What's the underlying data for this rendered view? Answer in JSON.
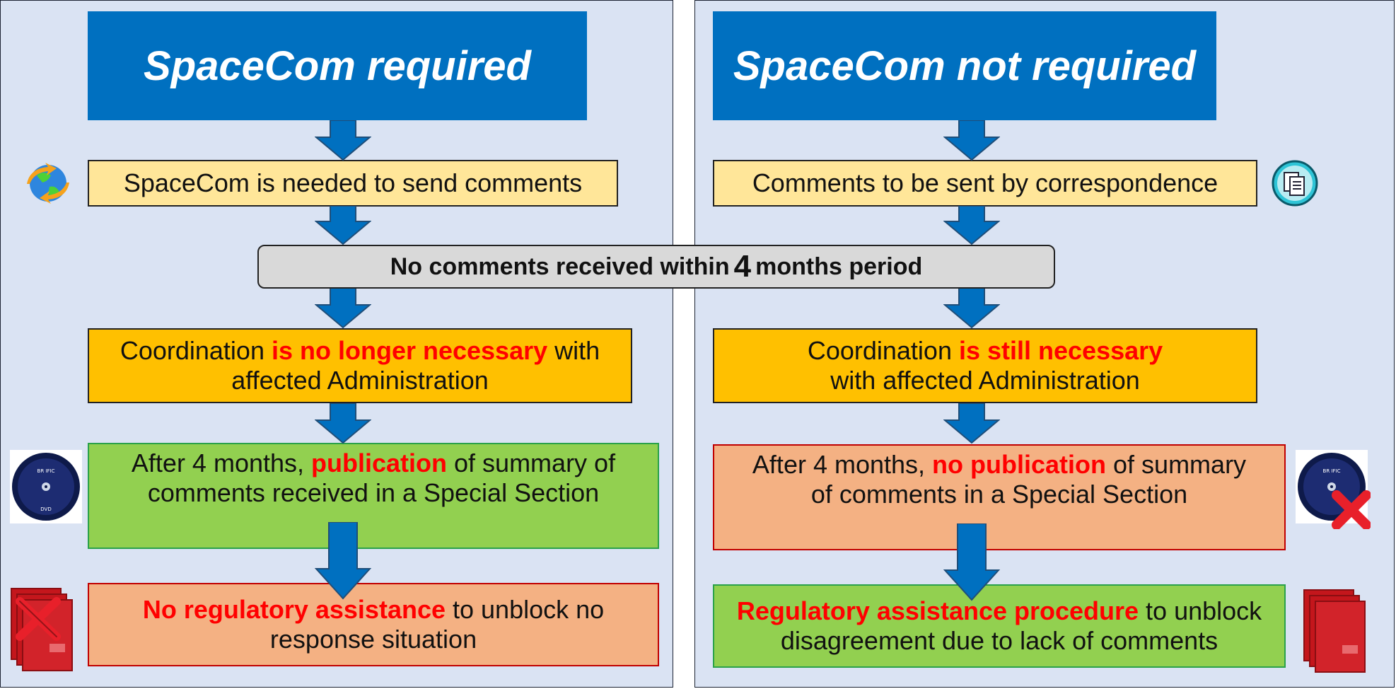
{
  "left": {
    "header": "SpaceCom required",
    "step1": "SpaceCom is needed to send comments",
    "step2": {
      "pre": "Coordination ",
      "emph": "is no longer necessary",
      "post": " with",
      "line2": "affected Administration"
    },
    "step3": {
      "pre": "After 4 months, ",
      "emph": "publication",
      "post": " of summary of",
      "line2": "comments received in a Special Section"
    },
    "step4": {
      "emph": "No regulatory assistance",
      "post": " to unblock no",
      "line2": "response situation"
    }
  },
  "center": {
    "pre": "No comments received within",
    "number": "4",
    "post": "months period"
  },
  "right": {
    "header": "SpaceCom not required",
    "step1": "Comments to be sent by correspondence",
    "step2": {
      "pre": "Coordination ",
      "emph": "is still necessary",
      "line2": "with affected Administration"
    },
    "step3": {
      "pre": "After 4 months, ",
      "emph": "no publication",
      "post": " of summary",
      "line2": "of comments in a Special Section"
    },
    "step4": {
      "emph": "Regulatory assistance procedure",
      "post": " to unblock",
      "line2": "disagreement due to lack of comments"
    }
  },
  "icons": [
    "globe-sync-icon",
    "documents-icon",
    "dvd-icon",
    "dvd-crossed-icon",
    "books-crossed-icon",
    "books-icon"
  ],
  "colors": {
    "panel_bg": "#dae3f3",
    "header": "#0070c0",
    "arrow": "#0070c0",
    "yellow": "#ffe699",
    "orange": "#ffc000",
    "green": "#92d050",
    "salmon": "#f4b183",
    "gray": "#d9d9d9",
    "emphasis": "#ff0000"
  }
}
